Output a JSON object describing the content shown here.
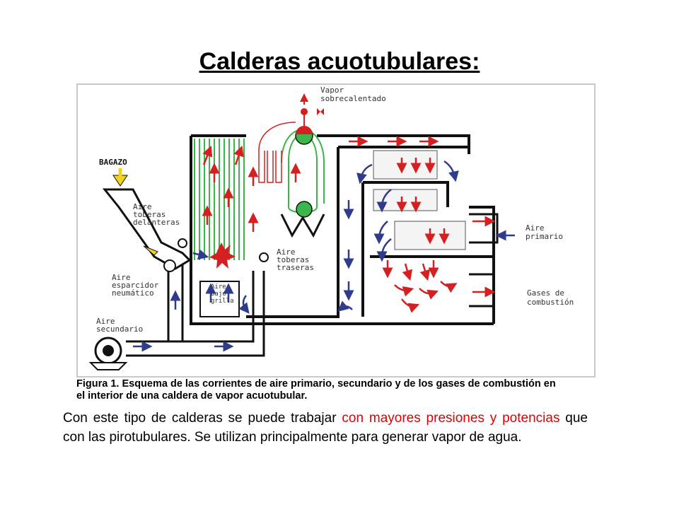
{
  "slide": {
    "title": "Calderas acuotubulares:",
    "caption_line1": "Figura 1. Esquema de las corrientes de aire primario, secundario y de los gases de combustión en",
    "caption_line2": "el interior de una caldera de vapor acuotubular.",
    "body": {
      "part1": "Con este tipo de calderas se puede trabajar ",
      "highlight": "con mayores presiones y potencias",
      "part2": " que con las pirotubulares. Se utilizan principalmente para generar vapor de agua."
    }
  },
  "diagram": {
    "labels": {
      "vapor": "Vapor",
      "sobrecalentado": "sobrecalentado",
      "bagazo": "BAGAZO",
      "aire_toberas_del_1": "Aire",
      "aire_toberas_del_2": "toberas",
      "aire_toberas_del_3": "delanteras",
      "aire_esparcidor_1": "Aire",
      "aire_esparcidor_2": "esparcidor",
      "aire_esparcidor_3": "neumático",
      "aire_secundario_1": "Aire",
      "aire_secundario_2": "secundario",
      "aire_bajo_grilla_1": "Aire",
      "aire_bajo_grilla_2": "bajo",
      "aire_bajo_grilla_3": "grilla",
      "aire_toberas_tras_1": "Aire",
      "aire_toberas_tras_2": "toberas",
      "aire_toberas_tras_3": "traseras",
      "aire_primario_1": "Aire",
      "aire_primario_2": "primario",
      "gases_1": "Gases de",
      "gases_2": "combustión"
    },
    "colors": {
      "tubes_green": "#3cb54a",
      "hot_flow_red": "#d42020",
      "air_flow_blue": "#2f3c8c",
      "wall": "#111111",
      "frame_gray": "#c8c8c8",
      "bagazo_yellow": "#f2d21a"
    }
  }
}
